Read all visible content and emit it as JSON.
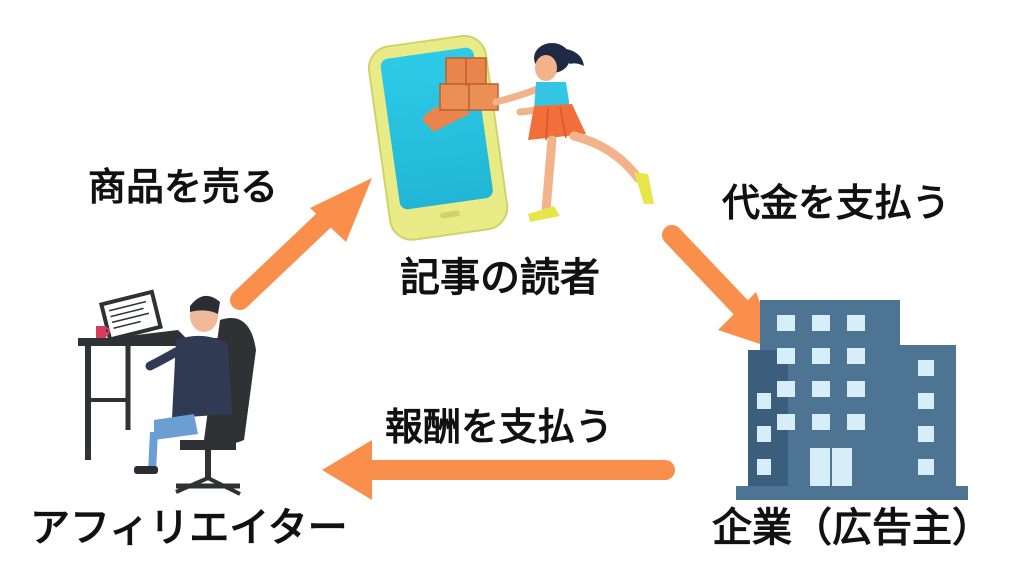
{
  "labels": {
    "sell": "商品を売る",
    "pay_price": "代金を支払う",
    "reader": "記事の読者",
    "pay_reward": "報酬を支払う",
    "affiliate": "アフィリエイター",
    "company": "企業（広告主）"
  },
  "colors": {
    "arrow": "#f98f4a",
    "phone_frame": "#e9ec86",
    "phone_screen": "#2dcbe8",
    "box": "#e9854c",
    "building": "#4e7493",
    "building_dark": "#3b5e7c",
    "window": "#d7eef8",
    "text": "#111111"
  },
  "icons": [
    "smartphone-icon",
    "shopper-icon",
    "delivery-boxes-icon",
    "office-building-icon",
    "person-at-laptop-icon"
  ]
}
